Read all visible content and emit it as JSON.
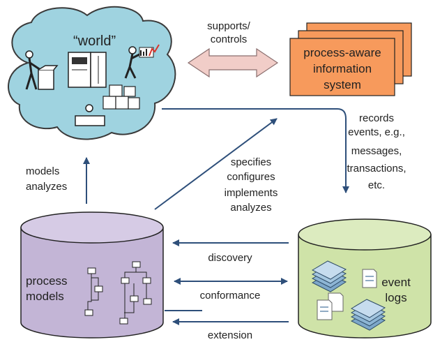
{
  "world": {
    "label": "“world”"
  },
  "pais": {
    "lines": [
      "process-aware",
      "information",
      "system"
    ]
  },
  "supports": {
    "lines": [
      "supports/",
      "controls"
    ]
  },
  "records": {
    "lines": [
      "records",
      "events, e.g.,",
      "messages,",
      "transactions,",
      "etc."
    ]
  },
  "models_analyzes": {
    "lines": [
      "models",
      "analyzes"
    ]
  },
  "specifies": {
    "lines": [
      "specifies",
      "configures",
      "implements",
      "analyzes"
    ]
  },
  "process_models": {
    "lines": [
      "process",
      "models"
    ]
  },
  "event_logs": {
    "lines": [
      "event",
      "logs"
    ]
  },
  "flows": {
    "discovery": "discovery",
    "conformance": "conformance",
    "extension": "extension"
  },
  "colors": {
    "cloud": "#9fd3e0",
    "pais_box": "#f79a5c",
    "process_db": "#c3b5d6",
    "event_db": "#cfe3a8",
    "arrow": "#2e4f7a",
    "double_arrow": "#f1cdc8"
  }
}
